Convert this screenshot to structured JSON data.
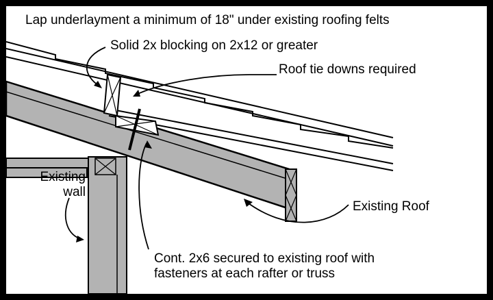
{
  "diagram": {
    "labels": {
      "lap_underlayment": "Lap underlayment a minimum of 18\" under existing roofing felts",
      "blocking": "Solid 2x blocking on 2x12 or greater",
      "tie_downs": "Roof tie downs required",
      "existing_wall_line1": "Existing",
      "existing_wall_line2": "wall",
      "existing_roof": "Existing Roof",
      "cont_2x6_line1": "Cont. 2x6 secured to existing roof with",
      "cont_2x6_line2": "fasteners at each rafter or truss"
    },
    "colors": {
      "frame": "#000000",
      "background": "#ffffff",
      "lumber": "#b3b3b3",
      "line": "#000000"
    }
  }
}
